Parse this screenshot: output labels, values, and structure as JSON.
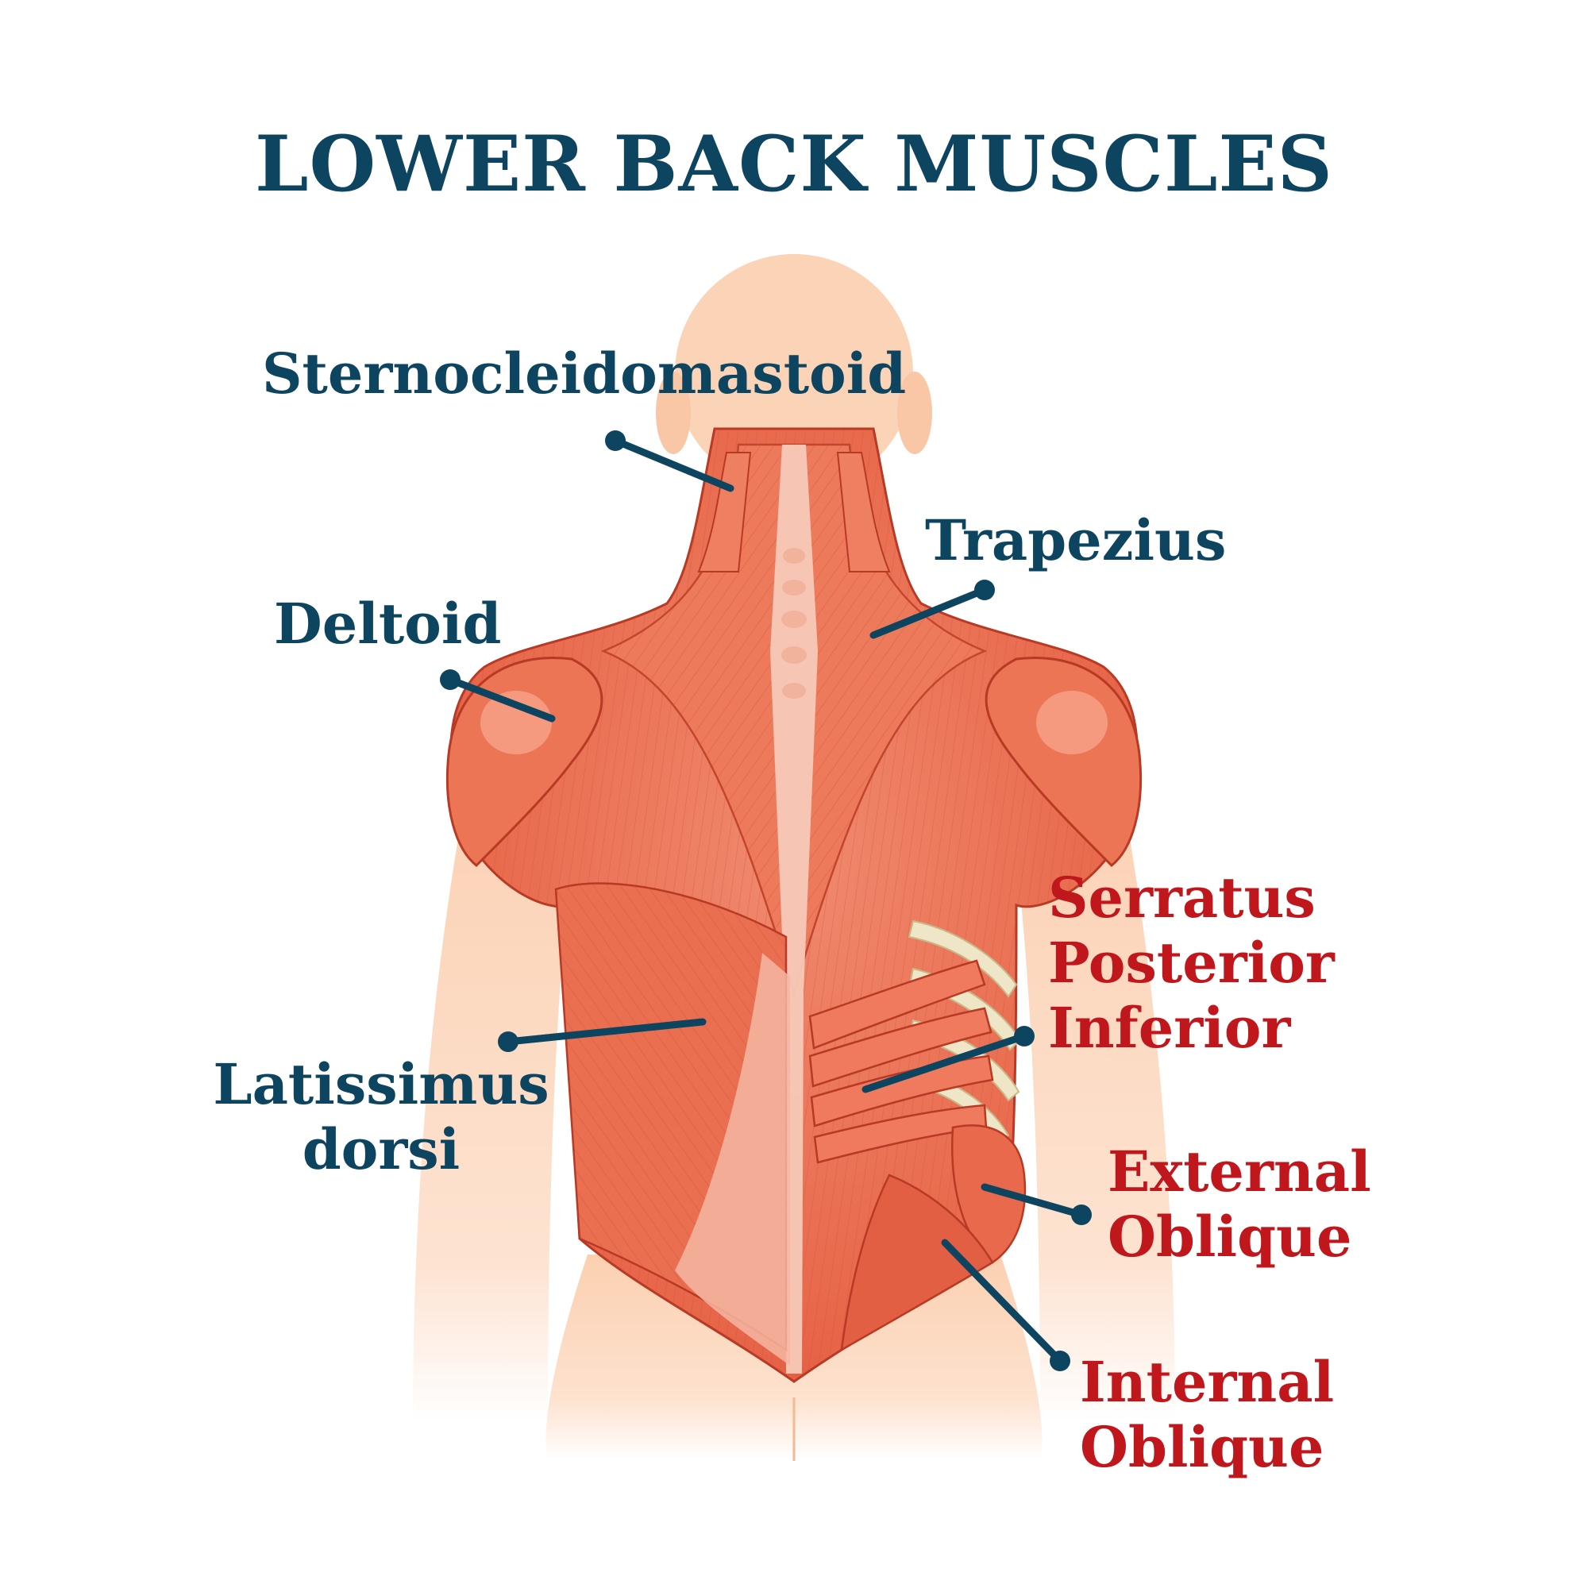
{
  "title": "LOWER BACK MUSCLES",
  "colors": {
    "blue_label": "#0d4560",
    "red_label": "#c0171c",
    "leader_line": "#0d4560",
    "skin": "#fcd2b5",
    "skin_light": "#fde6d6",
    "muscle": "#e8674a",
    "muscle_dark": "#c93d26",
    "muscle_light": "#f3957c",
    "tendon": "#f6c4b2",
    "bone": "#efe6c8"
  },
  "labels": {
    "sternocleidomastoid": {
      "lines": [
        "Sternocleidomastoid"
      ],
      "color": "blue"
    },
    "trapezius": {
      "lines": [
        "Trapezius"
      ],
      "color": "blue"
    },
    "deltoid": {
      "lines": [
        "Deltoid"
      ],
      "color": "blue"
    },
    "latissimus": {
      "lines": [
        "Latissimus",
        "dorsi"
      ],
      "color": "blue"
    },
    "serratus": {
      "lines": [
        "Serratus",
        "Posterior",
        "Inferior"
      ],
      "color": "red"
    },
    "external_oblique": {
      "lines": [
        "External",
        "Oblique"
      ],
      "color": "red"
    },
    "internal_oblique": {
      "lines": [
        "Internal",
        "Oblique"
      ],
      "color": "red"
    }
  }
}
